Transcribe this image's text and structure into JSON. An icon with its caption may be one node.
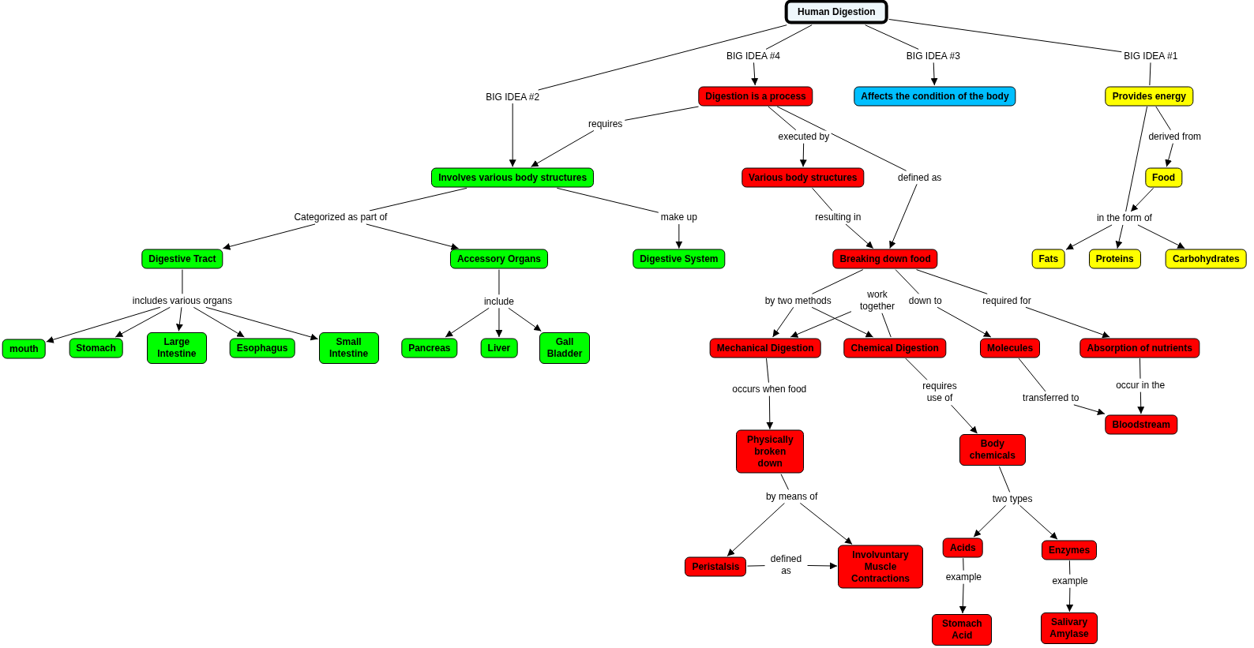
{
  "diagram": {
    "nodes": [
      {
        "text": [
          "Human Digestion"
        ]
      },
      {
        "text": [
          "BIG IDEA #4"
        ]
      },
      {
        "text": [
          "BIG IDEA #3"
        ]
      },
      {
        "text": [
          "BIG IDEA #1"
        ]
      },
      {
        "text": [
          "BIG IDEA #2"
        ]
      },
      {
        "text": [
          "Digestion is a process"
        ]
      },
      {
        "text": [
          "Affects the condition of the body"
        ]
      },
      {
        "text": [
          "Provides energy"
        ]
      },
      {
        "text": [
          "requires"
        ]
      },
      {
        "text": [
          "executed by"
        ]
      },
      {
        "text": [
          "derived from"
        ]
      },
      {
        "text": [
          "defined as"
        ]
      },
      {
        "text": [
          "Involves various body structures"
        ]
      },
      {
        "text": [
          "Various body structures"
        ]
      },
      {
        "text": [
          "Food"
        ]
      },
      {
        "text": [
          "Categorized as part of"
        ]
      },
      {
        "text": [
          "make up"
        ]
      },
      {
        "text": [
          "resulting in"
        ]
      },
      {
        "text": [
          "in the form of"
        ]
      },
      {
        "text": [
          "Digestive Tract"
        ]
      },
      {
        "text": [
          "Accessory Organs"
        ]
      },
      {
        "text": [
          "Digestive System"
        ]
      },
      {
        "text": [
          "Breaking down food"
        ]
      },
      {
        "text": [
          "Fats"
        ]
      },
      {
        "text": [
          "Proteins"
        ]
      },
      {
        "text": [
          "Carbohydrates"
        ]
      },
      {
        "text": [
          "includes various organs"
        ]
      },
      {
        "text": [
          "include"
        ]
      },
      {
        "text": [
          "by two methods"
        ]
      },
      {
        "text": [
          "work together"
        ]
      },
      {
        "text": [
          "down to"
        ]
      },
      {
        "text": [
          "required for"
        ]
      },
      {
        "text": [
          "mouth"
        ]
      },
      {
        "text": [
          "Stomach"
        ]
      },
      {
        "text": [
          "Large Intestine"
        ]
      },
      {
        "text": [
          "Esophagus"
        ]
      },
      {
        "text": [
          "Small Intestine"
        ]
      },
      {
        "text": [
          "Pancreas"
        ]
      },
      {
        "text": [
          "Liver"
        ]
      },
      {
        "text": [
          "Gall Bladder"
        ]
      },
      {
        "text": [
          "Mechanical Digestion"
        ]
      },
      {
        "text": [
          "Chemical Digestion"
        ]
      },
      {
        "text": [
          "Molecules"
        ]
      },
      {
        "text": [
          "Absorption of nutrients"
        ]
      },
      {
        "text": [
          "occurs when food"
        ]
      },
      {
        "text": [
          "requires use of"
        ]
      },
      {
        "text": [
          "transferred to"
        ]
      },
      {
        "text": [
          "occur in the"
        ]
      },
      {
        "text": [
          "Physically broken down"
        ]
      },
      {
        "text": [
          "Body chemicals"
        ]
      },
      {
        "text": [
          "Bloodstream"
        ]
      },
      {
        "text": [
          "by means of"
        ]
      },
      {
        "text": [
          "two types"
        ]
      },
      {
        "text": [
          "Peristalsis"
        ]
      },
      {
        "text": [
          "defined as"
        ]
      },
      {
        "text": [
          "Involvuntary Muscle Contractions"
        ]
      },
      {
        "text": [
          "Acids"
        ]
      },
      {
        "text": [
          "Enzymes"
        ]
      },
      {
        "text": [
          "example"
        ]
      },
      {
        "text": [
          "example"
        ]
      },
      {
        "text": [
          "Stomach Acid"
        ]
      },
      {
        "text": [
          "Salivary Amylase"
        ]
      }
    ],
    "edges": [
      {
        "from": 0,
        "to": 1,
        "arrow": "none"
      },
      {
        "from": 0,
        "to": 2,
        "arrow": "none"
      },
      {
        "from": 0,
        "to": 3,
        "arrow": "none"
      },
      {
        "from": 0,
        "to": 4,
        "arrow": "none"
      },
      {
        "from": 1,
        "to": 5,
        "arrow": "to"
      },
      {
        "from": 2,
        "to": 6,
        "arrow": "to"
      },
      {
        "from": 3,
        "to": 7,
        "arrow": "none"
      },
      {
        "from": 4,
        "to": 12,
        "arrow": "to"
      },
      {
        "from": 5,
        "to": 8,
        "arrow": "none"
      },
      {
        "from": 8,
        "to": 12,
        "arrow": "to"
      },
      {
        "from": 5,
        "to": 9,
        "arrow": "none"
      },
      {
        "from": 9,
        "to": 13,
        "arrow": "to"
      },
      {
        "from": 5,
        "to": 11,
        "arrow": "none"
      },
      {
        "from": 11,
        "to": 22,
        "arrow": "to"
      },
      {
        "from": 7,
        "to": 10,
        "arrow": "none"
      },
      {
        "from": 10,
        "to": 14,
        "arrow": "to"
      },
      {
        "from": 7,
        "to": 18,
        "arrow": "none"
      },
      {
        "from": 14,
        "to": 18,
        "arrow": "to"
      },
      {
        "from": 18,
        "to": 23,
        "arrow": "to"
      },
      {
        "from": 18,
        "to": 24,
        "arrow": "to"
      },
      {
        "from": 18,
        "to": 25,
        "arrow": "to"
      },
      {
        "from": 12,
        "to": 15,
        "arrow": "none"
      },
      {
        "from": 15,
        "to": 19,
        "arrow": "to"
      },
      {
        "from": 15,
        "to": 20,
        "arrow": "to"
      },
      {
        "from": 12,
        "to": 16,
        "arrow": "none"
      },
      {
        "from": 16,
        "to": 21,
        "arrow": "to"
      },
      {
        "from": 13,
        "to": 17,
        "arrow": "none"
      },
      {
        "from": 17,
        "to": 22,
        "arrow": "to"
      },
      {
        "from": 19,
        "to": 26,
        "arrow": "none"
      },
      {
        "from": 26,
        "to": 32,
        "arrow": "to"
      },
      {
        "from": 26,
        "to": 33,
        "arrow": "to"
      },
      {
        "from": 26,
        "to": 34,
        "arrow": "to"
      },
      {
        "from": 26,
        "to": 35,
        "arrow": "to"
      },
      {
        "from": 26,
        "to": 36,
        "arrow": "to"
      },
      {
        "from": 20,
        "to": 27,
        "arrow": "none"
      },
      {
        "from": 27,
        "to": 37,
        "arrow": "to"
      },
      {
        "from": 27,
        "to": 38,
        "arrow": "to"
      },
      {
        "from": 27,
        "to": 39,
        "arrow": "to"
      },
      {
        "from": 22,
        "to": 28,
        "arrow": "none"
      },
      {
        "from": 28,
        "to": 40,
        "arrow": "to"
      },
      {
        "from": 28,
        "to": 41,
        "arrow": "to"
      },
      {
        "from": 41,
        "to": 29,
        "arrow": "none"
      },
      {
        "from": 29,
        "to": 40,
        "arrow": "to"
      },
      {
        "from": 22,
        "to": 30,
        "arrow": "none"
      },
      {
        "from": 30,
        "to": 42,
        "arrow": "to"
      },
      {
        "from": 22,
        "to": 31,
        "arrow": "none"
      },
      {
        "from": 31,
        "to": 43,
        "arrow": "to"
      },
      {
        "from": 40,
        "to": 44,
        "arrow": "none"
      },
      {
        "from": 44,
        "to": 48,
        "arrow": "to"
      },
      {
        "from": 41,
        "to": 45,
        "arrow": "none"
      },
      {
        "from": 45,
        "to": 49,
        "arrow": "to"
      },
      {
        "from": 42,
        "to": 46,
        "arrow": "none"
      },
      {
        "from": 46,
        "to": 50,
        "arrow": "to"
      },
      {
        "from": 43,
        "to": 47,
        "arrow": "none"
      },
      {
        "from": 47,
        "to": 50,
        "arrow": "to"
      },
      {
        "from": 48,
        "to": 51,
        "arrow": "none"
      },
      {
        "from": 51,
        "to": 53,
        "arrow": "to"
      },
      {
        "from": 51,
        "to": 55,
        "arrow": "to"
      },
      {
        "from": 53,
        "to": 54,
        "arrow": "none"
      },
      {
        "from": 54,
        "to": 55,
        "arrow": "to"
      },
      {
        "from": 49,
        "to": 52,
        "arrow": "none"
      },
      {
        "from": 52,
        "to": 56,
        "arrow": "to"
      },
      {
        "from": 52,
        "to": 57,
        "arrow": "to"
      },
      {
        "from": 56,
        "to": 58,
        "arrow": "none"
      },
      {
        "from": 58,
        "to": 60,
        "arrow": "to"
      },
      {
        "from": 57,
        "to": 59,
        "arrow": "none"
      },
      {
        "from": 59,
        "to": 61,
        "arrow": "to"
      }
    ]
  }
}
